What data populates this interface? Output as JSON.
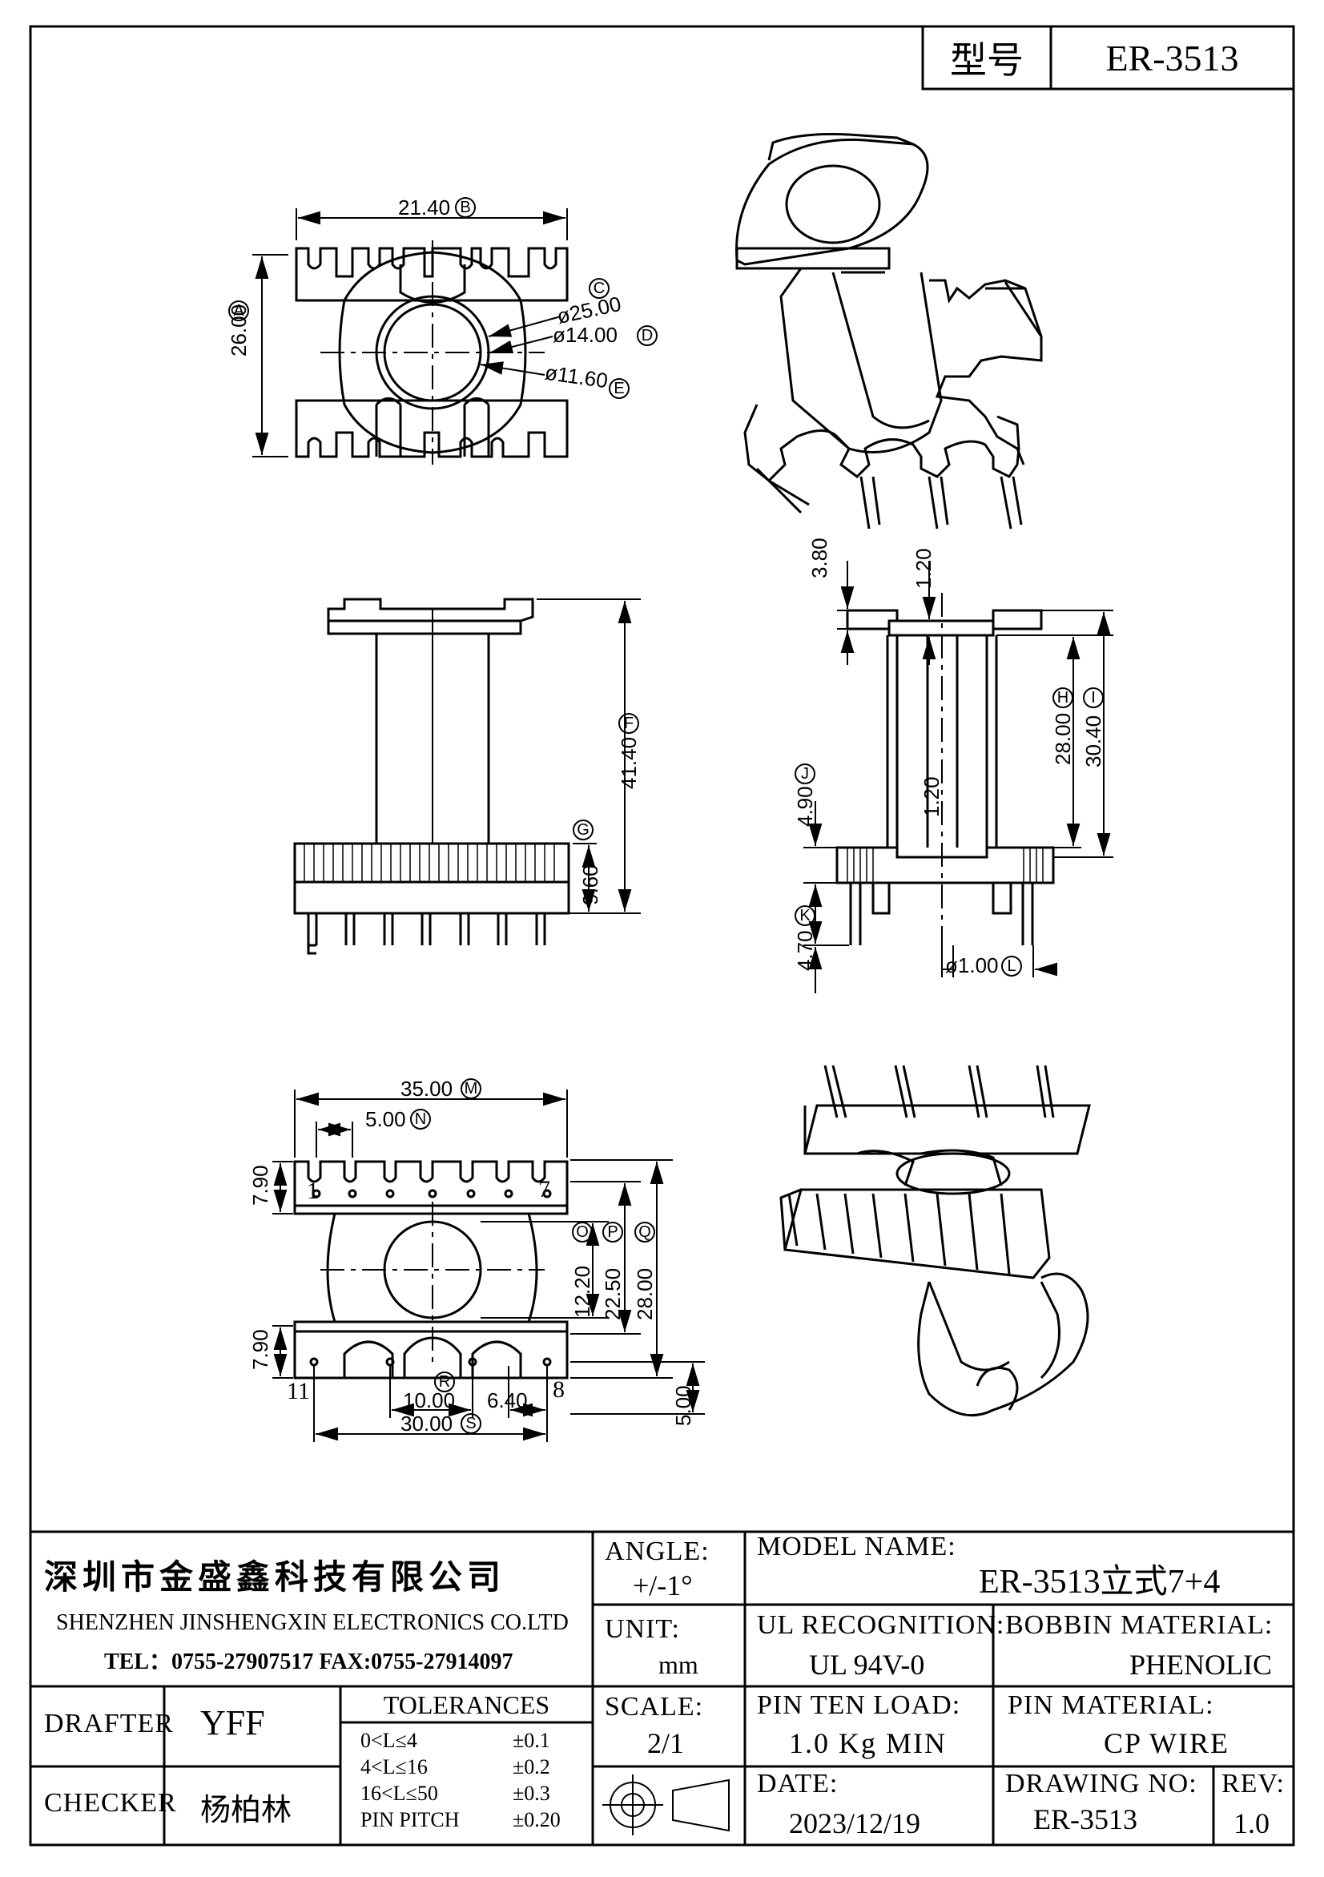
{
  "header": {
    "type_label": "型号",
    "model_code": "ER-3513"
  },
  "dims": {
    "top_view": {
      "width": "21.40",
      "width_tag": "B",
      "height": "26.00",
      "height_tag": "A",
      "d25": "ø25.00",
      "d25_tag": "C",
      "d14": "ø14.00",
      "d14_tag": "D",
      "d11": "ø11.60",
      "d11_tag": "E"
    },
    "front_view": {
      "h41": "41.40",
      "h41_tag": "F",
      "tag_g": "G",
      "h9": "9.60"
    },
    "side_view": {
      "v380": "3.80",
      "v120_top": "1.20",
      "v120_mid": "1.20",
      "h28": "28.00",
      "h28_tag": "H",
      "h30": "30.40",
      "h30_tag": "I",
      "h490": "4.90",
      "h490_tag": "J",
      "h470": "4.70",
      "h470_tag": "K",
      "pin_d": "ø1.00",
      "pin_d_tag": "L"
    },
    "bottom_view": {
      "w35": "35.00",
      "w35_tag": "M",
      "w5": "5.00",
      "w5_tag": "N",
      "v790_top": "7.90",
      "v790_bot": "7.90",
      "h1220": "12.20",
      "h1220_tag": "O",
      "h2250": "22.50",
      "h2250_tag": "P",
      "h2800": "28.00",
      "h2800_tag": "Q",
      "tag_r": "R",
      "w10": "10.00",
      "w640": "6.40",
      "w30": "30.00",
      "w30_tag": "S",
      "v500": "5.00",
      "pin1": "1",
      "pin7": "7",
      "pin11": "11",
      "pin8": "8"
    }
  },
  "title_block": {
    "company_cn": "深圳市金盛鑫科技有限公司",
    "company_en": "SHENZHEN JINSHENGXIN ELECTRONICS CO.LTD",
    "contact": "TEL：0755-27907517  FAX:0755-27914097",
    "angle_label": "ANGLE:",
    "angle_value": "+/-1°",
    "unit_label": "UNIT:",
    "unit_value": "mm",
    "scale_label": "SCALE:",
    "scale_value": "2/1",
    "model_name_label": "MODEL NAME:",
    "model_name_value": "ER-3513立式7+4",
    "ul_label": "UL RECOGNITION:",
    "ul_value": "UL 94V-0",
    "bobbin_label": "BOBBIN MATERIAL:",
    "bobbin_value": "PHENOLIC",
    "pin_load_label": "PIN TEN LOAD:",
    "pin_load_value": "1.0 Kg MIN",
    "pin_material_label": "PIN MATERIAL:",
    "pin_material_value": "CP WIRE",
    "date_label": "DATE:",
    "date_value": "2023/12/19",
    "drawing_no_label": "DRAWING NO:",
    "drawing_no_value": "ER-3513",
    "rev_label": "REV:",
    "rev_value": "1.0",
    "drafter_label": "DRAFTER",
    "drafter_value": "YFF",
    "checker_label": "CHECKER",
    "checker_value": "杨柏林",
    "tolerances_label": "TOLERANCES",
    "tolerances": [
      {
        "range": "0<L≤4",
        "tol": "±0.1"
      },
      {
        "range": "4<L≤16",
        "tol": "±0.2"
      },
      {
        "range": "16<L≤50",
        "tol": "±0.3"
      },
      {
        "range": "PIN PITCH",
        "tol": "±0.20"
      }
    ]
  }
}
